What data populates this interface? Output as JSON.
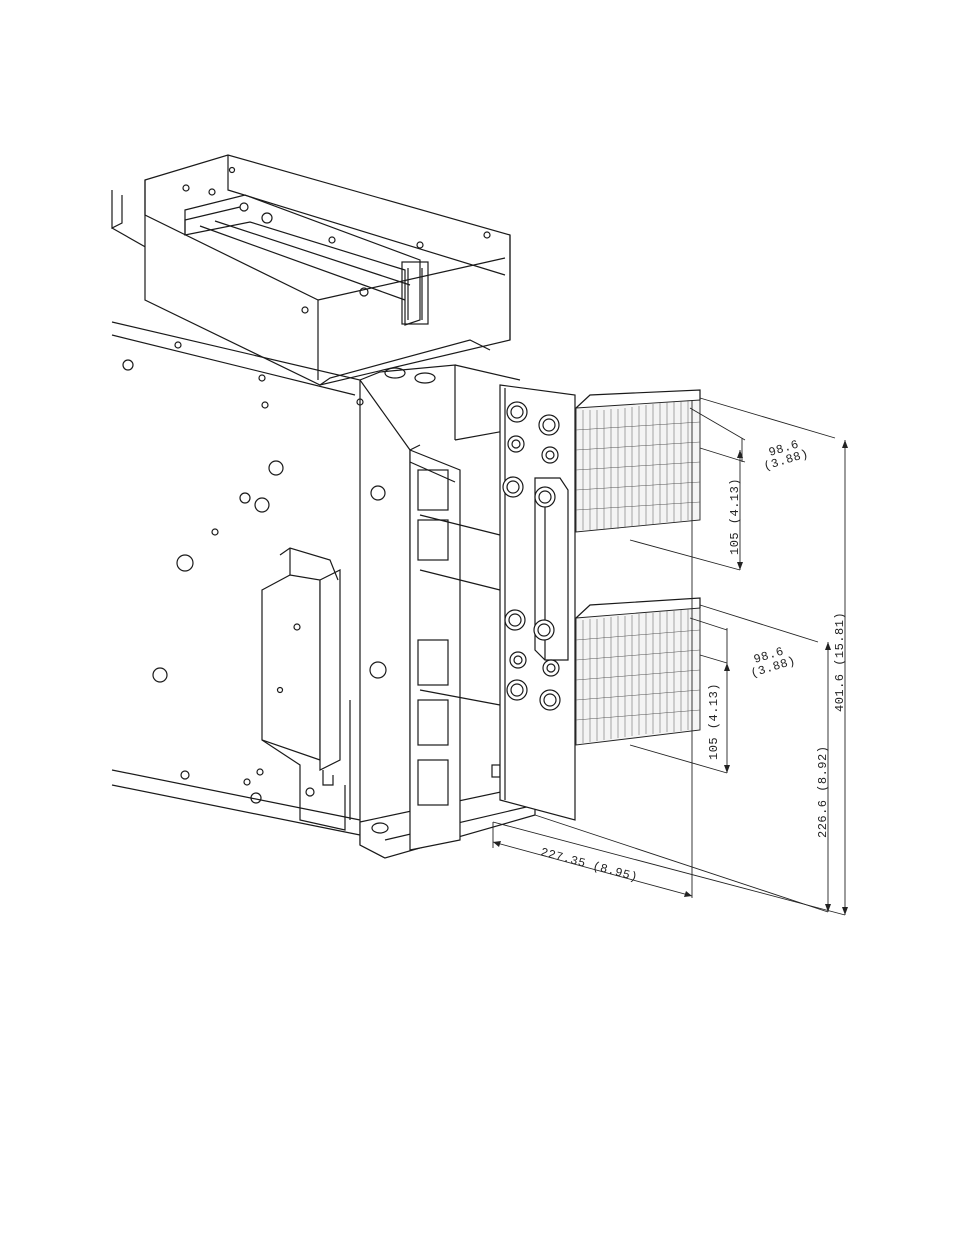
{
  "dimensions": {
    "upper_terminal_width": "98.6",
    "upper_terminal_width_in": "(3.88)",
    "upper_terminal_height": "105 (4.13)",
    "lower_terminal_width": "98.6",
    "lower_terminal_width_in": "(3.88)",
    "lower_terminal_height": "105 (4.13)",
    "total_height": "401.6 (15.81)",
    "lower_height": "226.6 (8.92)",
    "depth": "227.35 (8.95)"
  },
  "colors": {
    "line": "#1a1a1a",
    "background": "#ffffff"
  }
}
